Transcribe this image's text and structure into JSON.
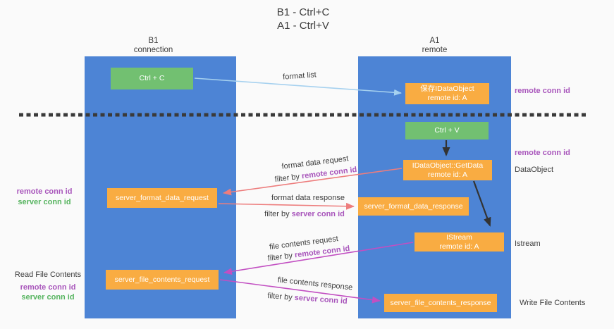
{
  "title": {
    "line1": "B1 - Ctrl+C",
    "line2": "A1 - Ctrl+V"
  },
  "columns": {
    "left": {
      "name": "B1",
      "subtitle": "connection"
    },
    "right": {
      "name": "A1",
      "subtitle": "remote"
    }
  },
  "boxes": {
    "ctrl_c": "Ctrl + C",
    "ctrl_v": "Ctrl + V",
    "save_idataobject": {
      "line1": "保存IDataObject",
      "line2": "remote id: A"
    },
    "getdata": {
      "line1": "IDataObject::GetData",
      "line2": "remote id: A"
    },
    "istream": {
      "line1": "IStream",
      "line2": "remote id: A"
    },
    "server_format_data_request": "server_format_data_request",
    "server_format_data_response": "server_format_data_response",
    "server_file_contents_request": "server_file_contents_request",
    "server_file_contents_response": "server_file_contents_response"
  },
  "labels": {
    "format_list": "format list",
    "format_data_request": "format data request",
    "format_data_response": "format data response",
    "file_contents_request": "file contents request",
    "file_contents_response": "file contents response",
    "filter_by": "filter by ",
    "remote_conn_id": "remote conn id",
    "server_conn_id": "server conn id",
    "dataobject": "DataObject",
    "istream": "Istream",
    "read_file_contents": "Read File Contents",
    "write_file_contents": "Write File Contents"
  },
  "colors": {
    "blue": "#4d84d5",
    "green": "#72c071",
    "orange": "#f9ac42",
    "salmon": "#ed7d7d",
    "magenta": "#c24fc2",
    "lightblue": "#a6d1ef",
    "purple": "#a855bb",
    "greentext": "#56b45f",
    "ink": "#3d3d3d"
  }
}
